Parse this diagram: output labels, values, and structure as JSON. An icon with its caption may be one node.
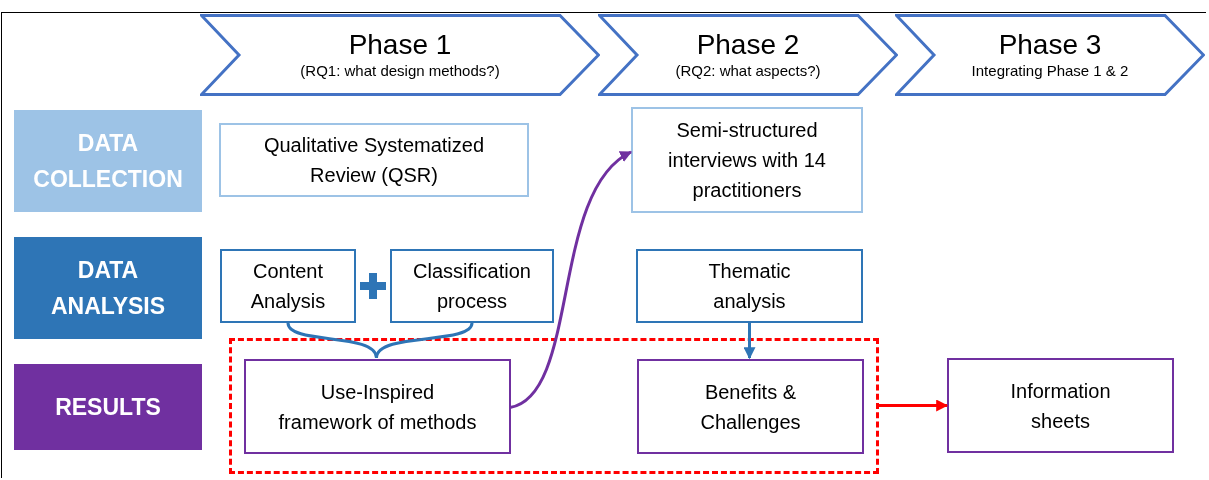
{
  "diagram": {
    "nodes": [
      {
        "text": [
          "Phase 1",
          "(RQ1: what design methods?)"
        ]
      },
      {
        "text": [
          "Phase 2",
          "(RQ2: what aspects?)"
        ]
      },
      {
        "text": [
          "Phase 3",
          "Integrating Phase 1 & 2"
        ]
      },
      {
        "text": [
          "DATA COLLECTION"
        ]
      },
      {
        "text": [
          "DATA ANALYSIS"
        ]
      },
      {
        "text": [
          "RESULTS"
        ]
      },
      {
        "text": [
          "Qualitative Systematized Review (QSR)"
        ]
      },
      {
        "text": [
          "Semi-structured interviews with 14 practitioners"
        ]
      },
      {
        "text": [
          "Content Analysis"
        ]
      },
      {
        "text": [
          "Classification process"
        ]
      },
      {
        "text": [
          "Thematic analysis"
        ]
      },
      {
        "text": [],
        "shape": "box"
      },
      {
        "text": [
          "Use-Inspired framework of methods"
        ],
        "in": 11
      },
      {
        "text": [
          "Benefits & Challenges"
        ],
        "in": 11
      },
      {
        "text": [
          "Information sheets"
        ]
      }
    ],
    "edges": [
      {
        "from": 8,
        "to": 12,
        "arrow": "none"
      },
      {
        "from": 9,
        "to": 12,
        "arrow": "none"
      },
      {
        "from": 12,
        "to": 7,
        "arrow": "to",
        "color": "#7030a0"
      },
      {
        "from": 10,
        "to": 13,
        "arrow": "to"
      },
      {
        "from": 11,
        "to": 14,
        "arrow": "to",
        "color": "#ff0000"
      }
    ]
  }
}
